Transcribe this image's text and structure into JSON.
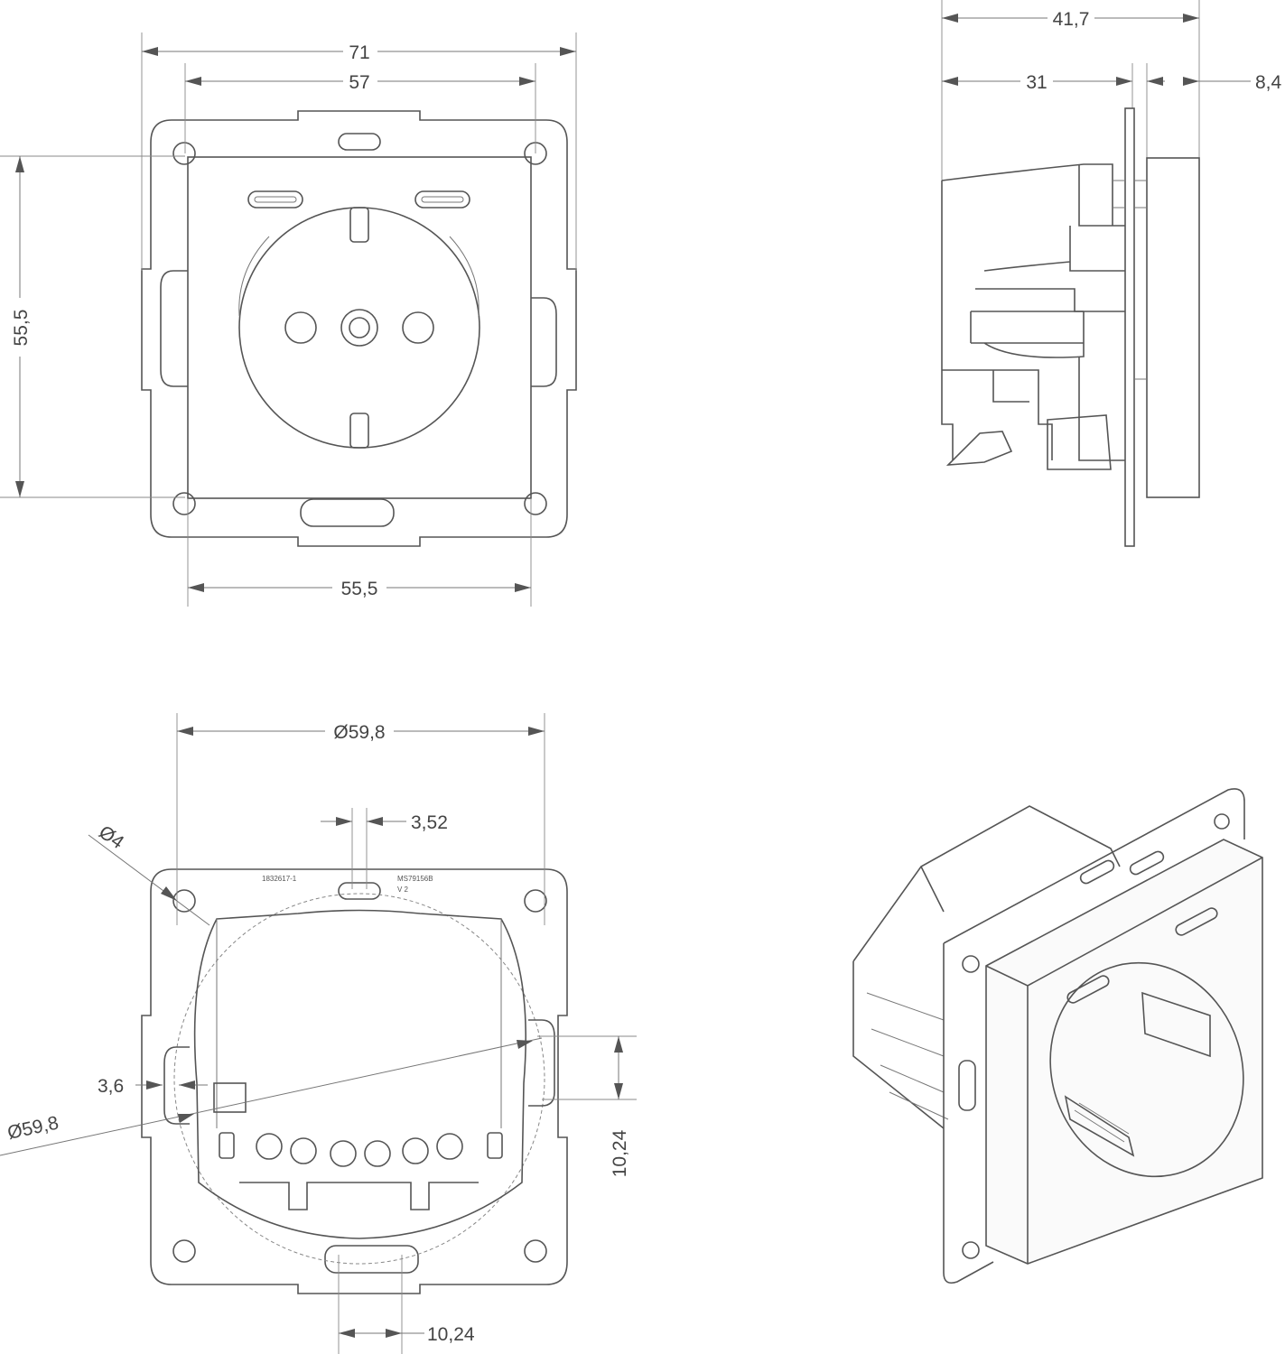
{
  "front_view": {
    "dim_width_total": "71",
    "dim_width_inner": "57",
    "dim_height": "55,5",
    "dim_width_bottom": "55,5"
  },
  "side_view": {
    "dim_depth_total": "41,7",
    "dim_depth_body": "31",
    "dim_depth_front": "8,4"
  },
  "back_view": {
    "dim_diameter_top": "Ø59,8",
    "dim_slot": "3,52",
    "dim_hole": "Ø4",
    "dim_offset": "3,6",
    "dim_diameter_left": "Ø59,8",
    "dim_vertical": "10,24",
    "dim_bottom": "10,24",
    "label_left": "1832617-1",
    "label_right_1": "MS79156B",
    "label_right_2": "V 2"
  }
}
